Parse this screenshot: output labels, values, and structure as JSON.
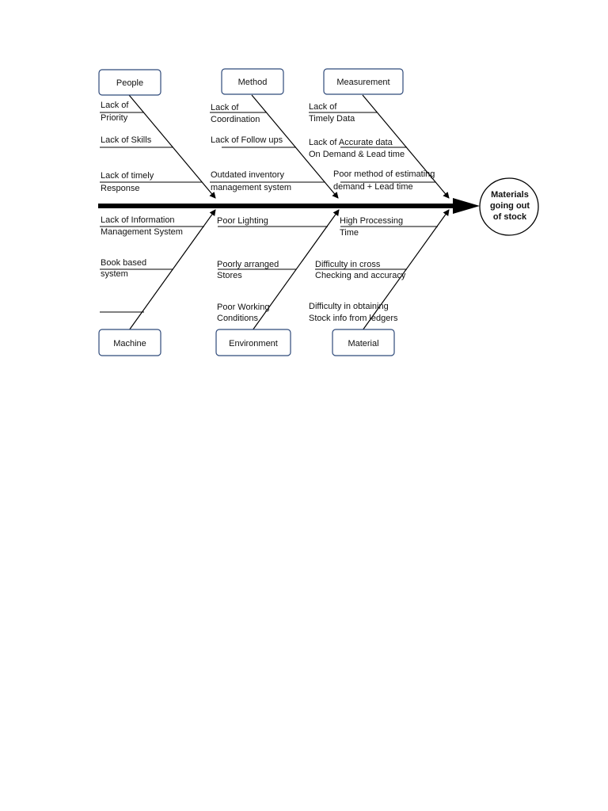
{
  "effect": {
    "lines": [
      "Materials",
      "going out",
      "of stock"
    ]
  },
  "categories": [
    {
      "name": "People",
      "causes": [
        [
          "Lack of",
          "Priority"
        ],
        [
          "Lack of Skills"
        ],
        [
          "Lack of timely",
          "Response"
        ]
      ]
    },
    {
      "name": "Method",
      "causes": [
        [
          "Lack of",
          "Coordination"
        ],
        [
          "Lack of Follow ups"
        ],
        [
          "Outdated inventory",
          "management system"
        ]
      ]
    },
    {
      "name": "Measurement",
      "causes": [
        [
          "Lack of",
          "Timely Data"
        ],
        [
          "Lack of Accurate data",
          "On Demand & Lead time"
        ],
        [
          "Poor method of estimating",
          "demand + Lead time"
        ]
      ]
    },
    {
      "name": "Machine",
      "causes": [
        [
          "Lack of Information",
          "Management System"
        ],
        [
          "Book based",
          "system"
        ],
        []
      ]
    },
    {
      "name": "Environment",
      "causes": [
        [
          "Poor Lighting"
        ],
        [
          "Poorly arranged",
          "Stores"
        ],
        [
          "Poor Working",
          "Conditions"
        ]
      ]
    },
    {
      "name": "Material",
      "causes": [
        [
          "High Processing",
          "Time"
        ],
        [
          "Difficulty in cross",
          "Checking and accuracy"
        ],
        [
          "Difficulty in obtaining",
          "Stock info from ledgers"
        ]
      ]
    }
  ],
  "colors": {
    "line": "#000000",
    "box_stroke": "#2f4a7a"
  }
}
